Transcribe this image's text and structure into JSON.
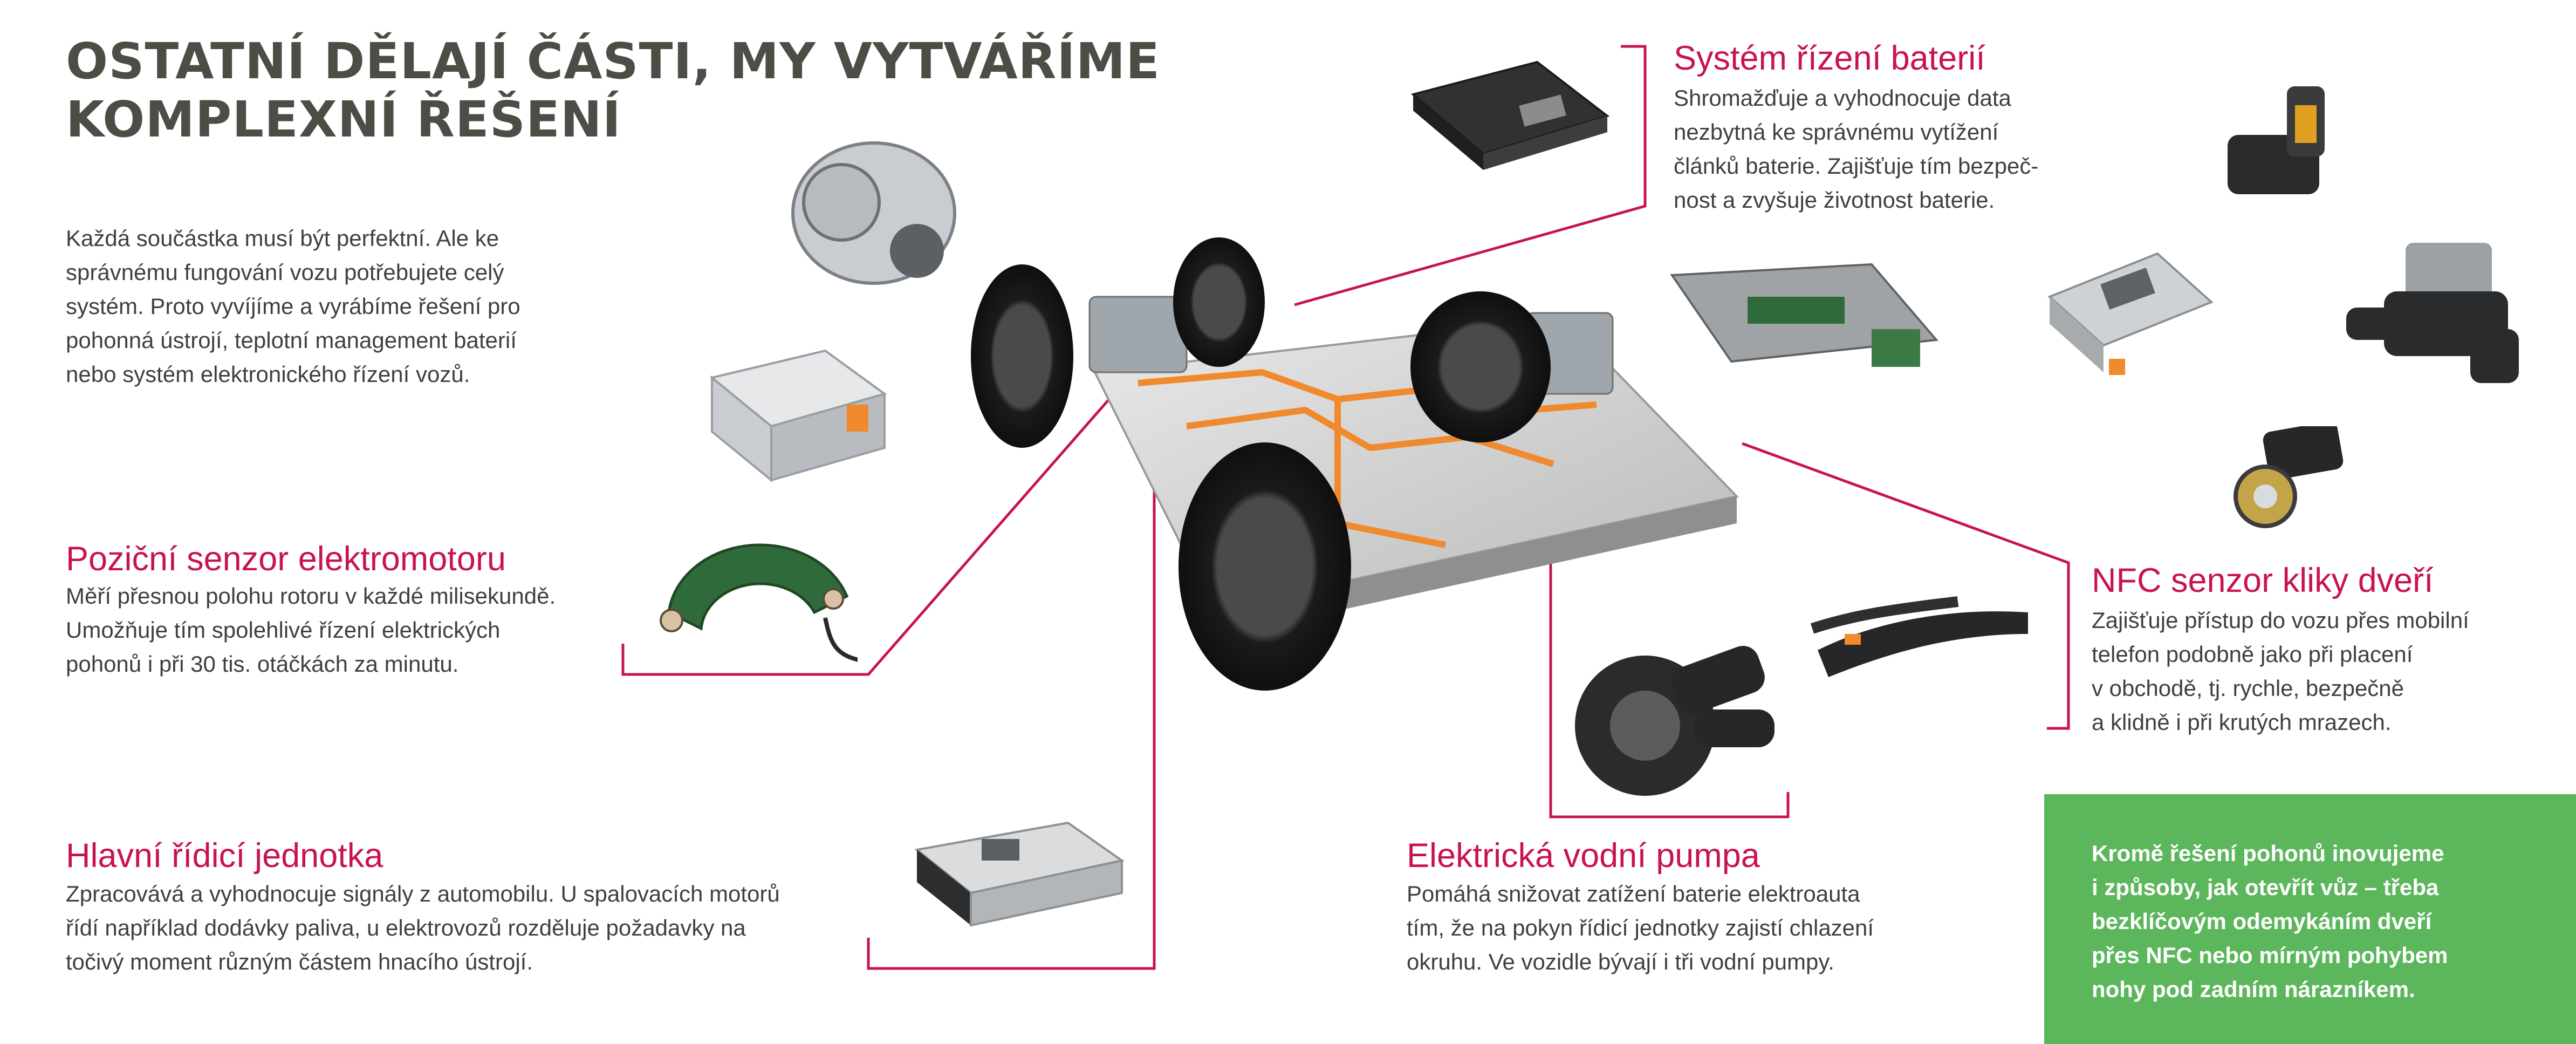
{
  "title": {
    "line1": "OSTATNÍ DĚLAJÍ ČÁSTI, MY VYTVÁŘÍME",
    "line2": "KOMPLEXNÍ ŘEŠENÍ"
  },
  "intro": {
    "lines": [
      "Každá součástka musí být perfektní. Ale ke",
      "správnému fungování vozu potřebujete celý",
      "systém. Proto vyvíjíme a vyrábíme řešení pro",
      "pohonná ústrojí, teplotní management baterií",
      "nebo systém elektronického řízení vozů."
    ]
  },
  "sections": {
    "battery": {
      "heading": "Systém řízení baterií",
      "lines": [
        "Shromažďuje a vyhodnocuje data",
        "nezbytná ke správnému vytížení",
        "článků baterie. Zajišťuje tím bezpeč-",
        "nost a zvyšuje životnost baterie."
      ]
    },
    "position_sensor": {
      "heading": "Poziční senzor elektromotoru",
      "lines": [
        "Měří přesnou polohu rotoru v každé milisekundě.",
        "Umožňuje tím spolehlivé řízení elektrických",
        "pohonů i při 30 tis. otáčkách za minutu."
      ]
    },
    "nfc": {
      "heading": "NFC senzor kliky dveří",
      "lines": [
        "Zajišťuje přístup do vozu přes mobilní",
        "telefon podobně jako při placení",
        "v obchodě, tj. rychle, bezpečně",
        "a klidně i při krutých mrazech."
      ]
    },
    "ecu": {
      "heading": "Hlavní řídicí jednotka",
      "lines": [
        "Zpracovává a vyhodnocuje signály z automobilu. U spalovacích motorů",
        "řídí například dodávky paliva, u elektrovozů rozděluje požadavky na",
        "točivý moment různým částem hnacího ústrojí."
      ]
    },
    "pump": {
      "heading": "Elektrická vodní pumpa",
      "lines": [
        "Pomáhá snižovat zatížení baterie elektroauta",
        "tím, že na pokyn řídicí jednotky zajistí chlazení",
        "okruhu. Ve vozidle bývají i tři vodní pumpy."
      ]
    }
  },
  "green_box": {
    "lines": [
      "Kromě řešení pohonů inovujeme",
      "i způsoby, jak otevřít vůz – třeba",
      "bezklíčovým odemykáním dveří",
      "přes NFC nebo mírným pohybem",
      "nohy pod zadním nárazníkem."
    ]
  },
  "colors": {
    "accent": "#c8134f",
    "title": "#4d4d46",
    "text": "#3f3f3f",
    "green_panel": "#5cb65c",
    "chassis_tubing": "#f08a2c"
  }
}
